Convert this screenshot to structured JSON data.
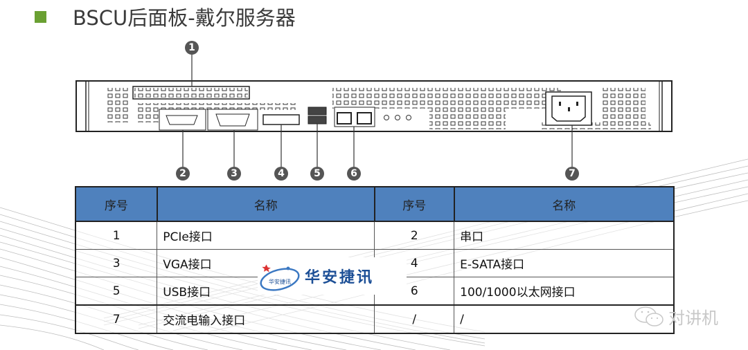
{
  "header": {
    "bullet_color": "#6aa032",
    "title": "BSCU后面板-戴尔服务器"
  },
  "diagram": {
    "description": "Server rear panel line drawing",
    "callouts": [
      {
        "id": "1",
        "label": "1"
      },
      {
        "id": "2",
        "label": "2"
      },
      {
        "id": "3",
        "label": "3"
      },
      {
        "id": "4",
        "label": "4"
      },
      {
        "id": "5",
        "label": "5"
      },
      {
        "id": "6",
        "label": "6"
      },
      {
        "id": "7",
        "label": "7"
      }
    ]
  },
  "table": {
    "header_color": "#4f81bd",
    "headers": [
      "序号",
      "名称",
      "序号",
      "名称"
    ],
    "rows": [
      {
        "no_a": "1",
        "name_a": "PCIe接口",
        "no_b": "2",
        "name_b": "串口"
      },
      {
        "no_a": "3",
        "name_a": "VGA接口",
        "no_b": "4",
        "name_b": "E-SATA接口"
      },
      {
        "no_a": "5",
        "name_a": "USB接口",
        "no_b": "6",
        "name_b": "100/1000以太网接口"
      },
      {
        "no_a": "7",
        "name_a": "交流电输入接口",
        "no_b": "/",
        "name_b": "/"
      }
    ]
  },
  "logo": {
    "small_text": "华安捷讯",
    "text": "华安捷讯"
  },
  "watermark": {
    "icon": "wechat-icon",
    "text": "对讲机"
  }
}
